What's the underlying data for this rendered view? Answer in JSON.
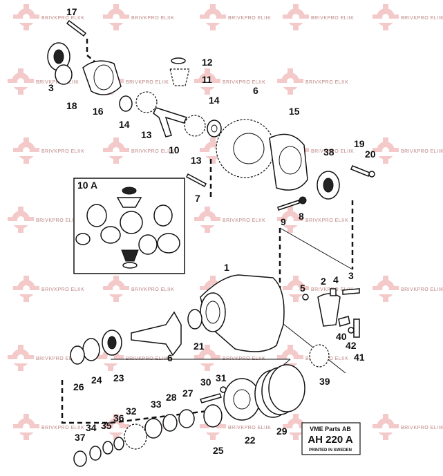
{
  "watermark": {
    "text": "BRIVKPRO ELIIK",
    "color": "#e07a7a"
  },
  "inset": {
    "label": "10 A"
  },
  "plate": {
    "title": "VME Parts AB",
    "code": "AH 220 A",
    "subtitle": "PRINTED IN SWEDEN"
  },
  "callouts": [
    "17",
    "3",
    "18",
    "16",
    "14",
    "13",
    "12",
    "11",
    "10",
    "14",
    "6",
    "15",
    "38",
    "19",
    "20",
    "13",
    "7",
    "9",
    "8",
    "1",
    "5",
    "2",
    "4",
    "3",
    "40",
    "42",
    "41",
    "21",
    "6",
    "26",
    "24",
    "23",
    "39",
    "30",
    "31",
    "27",
    "28",
    "33",
    "32",
    "36",
    "35",
    "34",
    "37",
    "25",
    "22",
    "29"
  ]
}
